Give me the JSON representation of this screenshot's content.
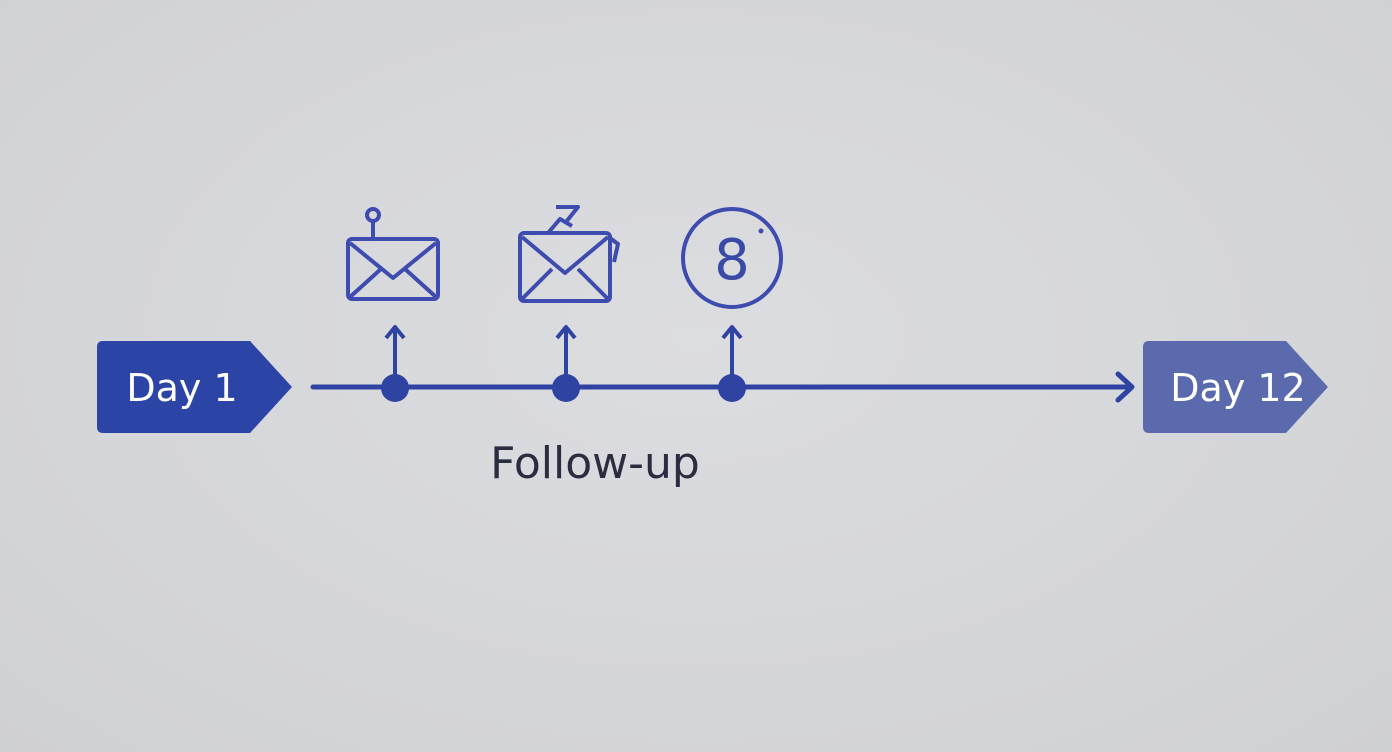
{
  "timeline": {
    "start_label": "Day 1",
    "end_label": "Day 12",
    "caption": "Follow-up",
    "steps": [
      {
        "icon": "email-icon"
      },
      {
        "icon": "email-icon"
      },
      {
        "icon": "badge-icon",
        "badge_text": "8"
      }
    ]
  },
  "colors": {
    "primary": "#2b44a6",
    "end_tag": "#5a6aad",
    "line": "#2f43a3",
    "icon_stroke": "#3d4cae",
    "caption_text": "#2a2d3f"
  }
}
